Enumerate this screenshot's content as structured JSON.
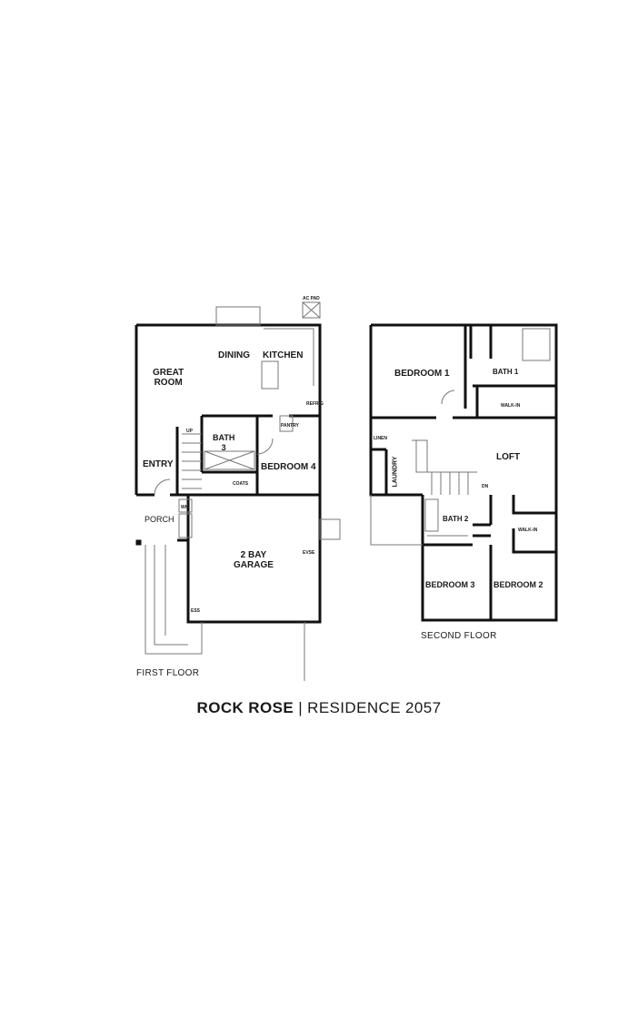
{
  "first_floor": {
    "caption": "FIRST FLOOR",
    "rooms": {
      "great_room": "GREAT\nROOM",
      "dining": "DINING",
      "kitchen": "KITCHEN",
      "entry": "ENTRY",
      "bath3": "BATH\n3",
      "bedroom4": "BEDROOM 4",
      "porch": "PORCH",
      "garage": "2 BAY\nGARAGE"
    },
    "small": {
      "ac_pad": "AC PAD",
      "pantry": "PANTRY",
      "refrig": "REFRIG",
      "up": "UP",
      "wh": "WH",
      "coats": "COATS",
      "evse": "EVSE",
      "ess": "ESS"
    }
  },
  "second_floor": {
    "caption": "SECOND FLOOR",
    "rooms": {
      "bedroom1": "BEDROOM 1",
      "bath1": "BATH 1",
      "walkin1": "WALK-IN",
      "loft": "LOFT",
      "laundry": "LAUNDRY",
      "bath2": "BATH 2",
      "walkin2": "WALK-IN",
      "bedroom3": "BEDROOM 3",
      "bedroom2": "BEDROOM 2"
    },
    "small": {
      "linen": "LINEN",
      "dn": "DN"
    }
  },
  "title": {
    "name": "ROCK ROSE",
    "separator": " | ",
    "residence": "RESIDENCE 2057"
  }
}
